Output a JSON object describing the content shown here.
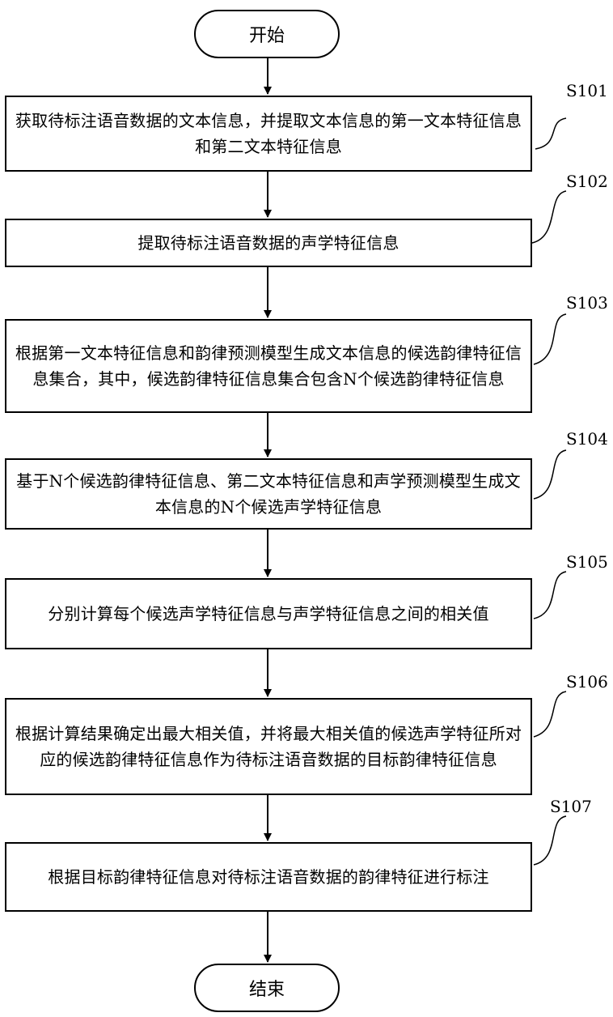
{
  "start_label": "开始",
  "end_label": "结束",
  "steps": [
    {
      "id": "S101",
      "text": "获取待标注语音数据的文本信息，并提取文本信息的第一文本特征信息和第二文本特征信息"
    },
    {
      "id": "S102",
      "text": "提取待标注语音数据的声学特征信息"
    },
    {
      "id": "S103",
      "text": "根据第一文本特征信息和韵律预测模型生成文本信息的候选韵律特征信息集合，其中，候选韵律特征信息集合包含N个候选韵律特征信息"
    },
    {
      "id": "S104",
      "text": "基于N个候选韵律特征信息、第二文本特征信息和声学预测模型生成文本信息的N个候选声学特征信息"
    },
    {
      "id": "S105",
      "text": "分别计算每个候选声学特征信息与声学特征信息之间的相关值"
    },
    {
      "id": "S106",
      "text": "根据计算结果确定出最大相关值，并将最大相关值的候选声学特征所对应的候选韵律特征信息作为待标注语音数据的目标韵律特征信息"
    },
    {
      "id": "S107",
      "text": "根据目标韵律特征信息对待标注语音数据的韵律特征进行标注"
    }
  ]
}
